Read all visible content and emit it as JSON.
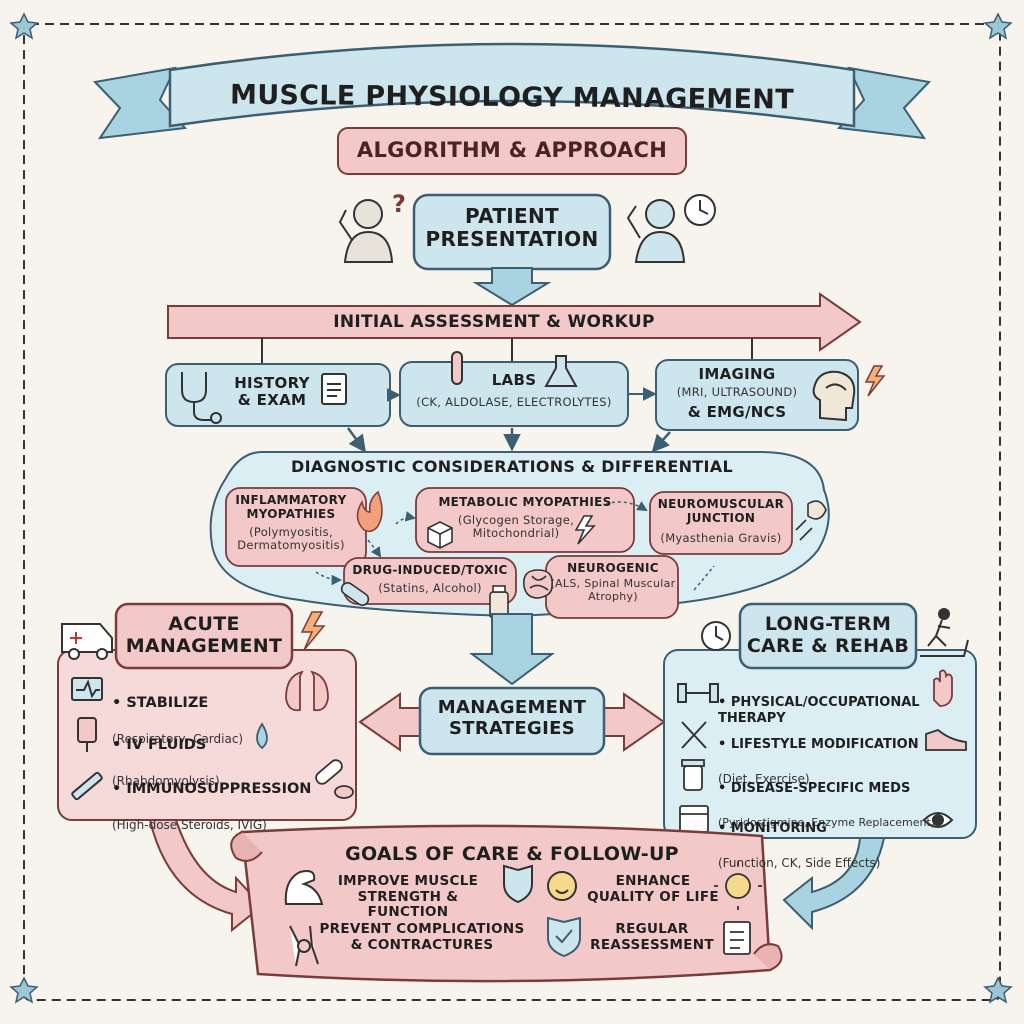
{
  "title": "MUSCLE PHYSIOLOGY MANAGEMENT",
  "subtitle": "ALGORITHM & APPROACH",
  "presentation": "PATIENT\nPRESENTATION",
  "assessment": {
    "title": "INITIAL ASSESSMENT & WORKUP",
    "history": "HISTORY\n& EXAM",
    "labs": "LABS",
    "labs_detail": "(CK, ALDOLASE, ELECTROLYTES)",
    "imaging": "IMAGING",
    "imaging_detail": "(MRI, ULTRASOUND)",
    "imaging_extra": "& EMG/NCS"
  },
  "diagnostic": {
    "title": "DIAGNOSTIC CONSIDERATIONS & DIFFERENTIAL",
    "items": [
      {
        "name": "INFLAMMATORY\nMYOPATHIES",
        "detail": "(Polymyositis,\nDermatomyositis)"
      },
      {
        "name": "METABOLIC MYOPATHIES",
        "detail": "(Glycogen Storage,\nMitochondrial)"
      },
      {
        "name": "NEUROMUSCULAR\nJUNCTION",
        "detail": "(Myasthenia Gravis)"
      },
      {
        "name": "DRUG-INDUCED/TOXIC",
        "detail": "(Statins, Alcohol)"
      },
      {
        "name": "NEUROGENIC",
        "detail": "(ALS, Spinal Muscular\nAtrophy)"
      }
    ]
  },
  "management": "MANAGEMENT\nSTRATEGIES",
  "acute": {
    "title": "ACUTE\nMANAGEMENT",
    "items": [
      {
        "label": "• STABILIZE",
        "detail": "(Respiratory, Cardiac)"
      },
      {
        "label": "• IV FLUIDS",
        "detail": "(Rhabdomyolysis)"
      },
      {
        "label": "• IMMUNOSUPPRESSION",
        "detail": "(High-dose Steroids, IVIG)"
      }
    ]
  },
  "longterm": {
    "title": "LONG-TERM\nCARE & REHAB",
    "items": [
      {
        "label": "• PHYSICAL/OCCUPATIONAL\n  THERAPY",
        "detail": ""
      },
      {
        "label": "• LIFESTYLE MODIFICATION",
        "detail": "(Diet, Exercise)"
      },
      {
        "label": "• DISEASE-SPECIFIC MEDS",
        "detail": "(Pyridostigmine, Enzyme Replacement)"
      },
      {
        "label": "• MONITORING",
        "detail": "(Function, CK, Side Effects)"
      }
    ]
  },
  "goals": {
    "title": "GOALS OF CARE & FOLLOW-UP",
    "items": [
      "IMPROVE MUSCLE\nSTRENGTH & FUNCTION",
      "ENHANCE\nQUALITY OF LIFE",
      "PREVENT COMPLICATIONS\n& CONTRACTURES",
      "REGULAR\nREASSESSMENT"
    ]
  },
  "colors": {
    "blue_fill": "#cde6ee",
    "blue_stroke": "#3d5f73",
    "pink_fill": "#f3c8c8",
    "pink_stroke": "#7a3b3b",
    "ink": "#2b2b2b",
    "paper": "#f7f4ee"
  }
}
